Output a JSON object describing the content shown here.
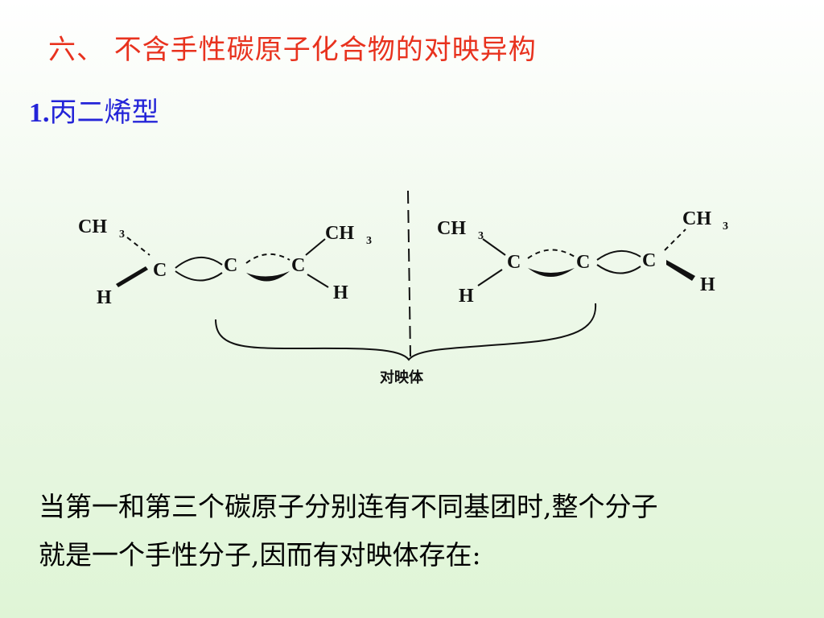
{
  "title": "六、 不含手性碳原子化合物的对映异构",
  "subtitle": {
    "number": "1.",
    "text": "丙二烯型"
  },
  "diagram": {
    "left": {
      "top_left_group": "CH3",
      "bottom_left_atom": "H",
      "carbon_1": "C",
      "carbon_2": "C",
      "carbon_3": "C",
      "top_right_group": "CH3",
      "bottom_right_atom": "H"
    },
    "right": {
      "top_left_group": "CH3",
      "bottom_left_atom": "H",
      "carbon_1": "C",
      "carbon_2": "C",
      "carbon_3": "C",
      "top_right_group": "CH3",
      "bottom_right_atom": "H"
    },
    "caption": "对映体"
  },
  "paragraph": {
    "line1": "当第一和第三个碳原子分别连有不同基团时,整个分子",
    "line2": "就是一个手性分子,因而有对映体存在:"
  }
}
